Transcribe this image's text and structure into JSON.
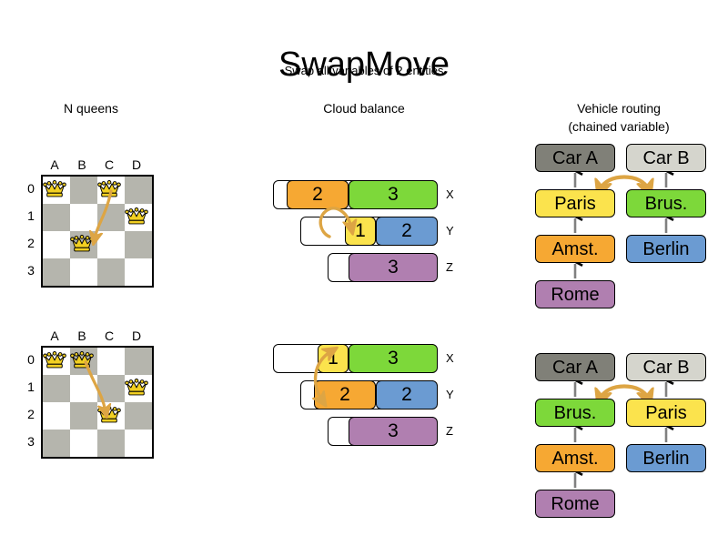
{
  "title": "SwapMove",
  "subtitle": "Swap all variables of 2 entities",
  "sections": {
    "nqueens": {
      "title": "N queens"
    },
    "cloud": {
      "title": "Cloud balance"
    },
    "vrp": {
      "title_line1": "Vehicle routing",
      "title_line2": "(chained variable)"
    }
  },
  "colors": {
    "orange": "#f6a833",
    "green": "#7dd83a",
    "yellow": "#fbe34d",
    "blue": "#6b9bd2",
    "purple": "#b07fb0",
    "car_a": "#808078",
    "car_b": "#d5d5cd",
    "board_dark": "#b5b5ad",
    "board_light": "#ffffff",
    "arrow": "#dda544",
    "queen": "#f2d022",
    "chain_line": "#808080"
  },
  "nqueens": {
    "col_labels": [
      "A",
      "B",
      "C",
      "D"
    ],
    "row_labels": [
      "0",
      "1",
      "2",
      "3"
    ],
    "before": {
      "queens": [
        {
          "col": 0,
          "row": 0,
          "name": "queen-a0"
        },
        {
          "col": 2,
          "row": 0,
          "name": "queen-c0"
        },
        {
          "col": 3,
          "row": 1,
          "name": "queen-d1"
        },
        {
          "col": 1,
          "row": 2,
          "name": "queen-b2"
        }
      ],
      "move": {
        "from": "C0",
        "to": "B2"
      }
    },
    "after": {
      "queens": [
        {
          "col": 0,
          "row": 0,
          "name": "queen-a0"
        },
        {
          "col": 1,
          "row": 0,
          "name": "queen-b0"
        },
        {
          "col": 3,
          "row": 1,
          "name": "queen-d1"
        },
        {
          "col": 2,
          "row": 2,
          "name": "queen-c2"
        }
      ],
      "move": {
        "from": "B2",
        "to": "C0"
      }
    }
  },
  "cloud": {
    "before": {
      "rows": [
        {
          "label": "X",
          "segments": [
            {
              "value": "2",
              "color": "#f6a833",
              "width": 68
            },
            {
              "value": "3",
              "color": "#7dd83a",
              "width": 98
            }
          ]
        },
        {
          "label": "Y",
          "segments": [
            {
              "value": "1",
              "color": "#fbe34d",
              "width": 34
            },
            {
              "value": "2",
              "color": "#6b9bd2",
              "width": 68
            }
          ]
        },
        {
          "label": "Z",
          "segments": [
            {
              "value": "3",
              "color": "#b07fb0",
              "width": 98
            }
          ]
        }
      ]
    },
    "after": {
      "rows": [
        {
          "label": "X",
          "segments": [
            {
              "value": "1",
              "color": "#fbe34d",
              "width": 34
            },
            {
              "value": "3",
              "color": "#7dd83a",
              "width": 98
            }
          ]
        },
        {
          "label": "Y",
          "segments": [
            {
              "value": "2",
              "color": "#f6a833",
              "width": 68
            },
            {
              "value": "2",
              "color": "#6b9bd2",
              "width": 68
            }
          ]
        },
        {
          "label": "Z",
          "segments": [
            {
              "value": "3",
              "color": "#b07fb0",
              "width": 98
            }
          ]
        }
      ]
    }
  },
  "vrp": {
    "before": {
      "car_a_label": "Car A",
      "car_b_label": "Car B",
      "left_chain": [
        {
          "label": "Paris",
          "color": "#fbe34d"
        },
        {
          "label": "Amst.",
          "color": "#f6a833"
        },
        {
          "label": "Rome",
          "color": "#b07fb0"
        }
      ],
      "right_chain": [
        {
          "label": "Brus.",
          "color": "#7dd83a"
        },
        {
          "label": "Berlin",
          "color": "#6b9bd2"
        }
      ]
    },
    "after": {
      "car_a_label": "Car A",
      "car_b_label": "Car B",
      "left_chain": [
        {
          "label": "Brus.",
          "color": "#7dd83a"
        },
        {
          "label": "Amst.",
          "color": "#f6a833"
        },
        {
          "label": "Rome",
          "color": "#b07fb0"
        }
      ],
      "right_chain": [
        {
          "label": "Paris",
          "color": "#fbe34d"
        },
        {
          "label": "Berlin",
          "color": "#6b9bd2"
        }
      ]
    }
  }
}
